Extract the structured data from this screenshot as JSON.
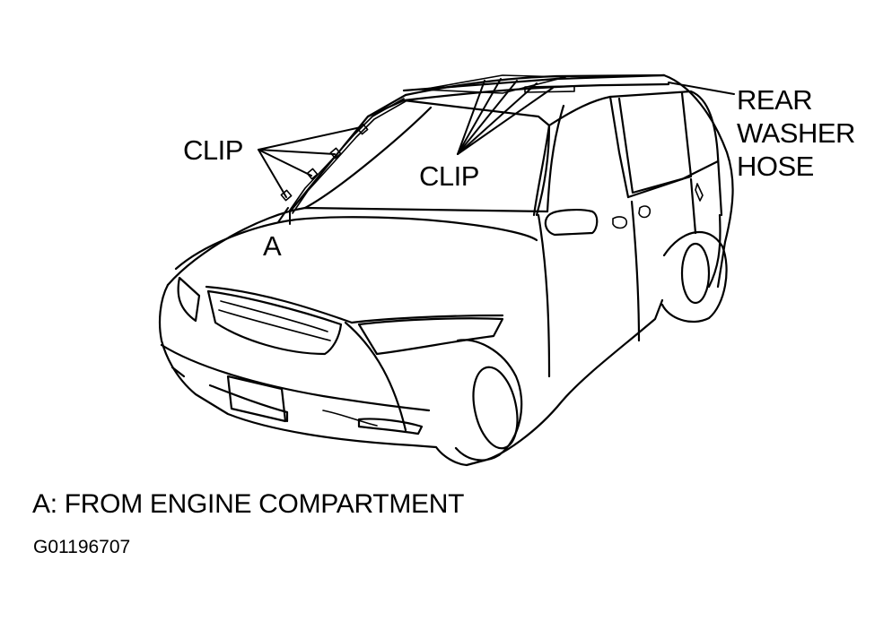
{
  "labels": {
    "clip_left": "CLIP",
    "clip_roof": "CLIP",
    "point_a": "A",
    "rear_washer_hose": [
      "REAR",
      "WASHER",
      "HOSE"
    ]
  },
  "caption": "A: FROM ENGINE COMPARTMENT",
  "figure_code": "G01196707",
  "colors": {
    "line": "#000000",
    "background": "#ffffff"
  }
}
